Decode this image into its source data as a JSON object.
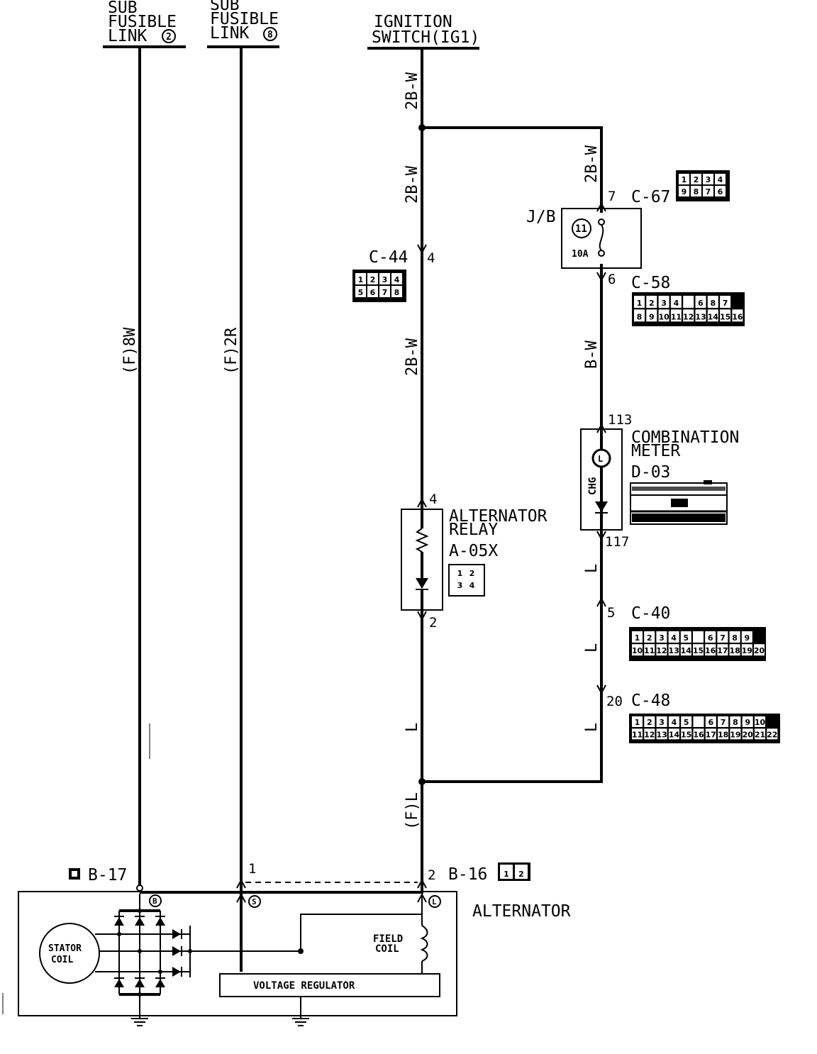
{
  "sources": {
    "sub_fusible_link_2": {
      "line1": "SUB",
      "line2": "FUSIBLE",
      "line3": "LINK",
      "num": "2"
    },
    "sub_fusible_link_8": {
      "line1": "SUB",
      "line2": "FUSIBLE",
      "line3": "LINK",
      "num": "8"
    },
    "ignition_switch": {
      "line1": "IGNITION",
      "line2": "SWITCH(IG1)"
    }
  },
  "wires": {
    "w1": "(F)8W",
    "w2": "(F)2R",
    "w3a": "2B-W",
    "w3b": "2B-W",
    "w3c": "2B-W",
    "w3d": "L",
    "w3e": "(F)L",
    "w4a": "2B-W",
    "w4b": "B-W",
    "w4c": "L",
    "w4d": "L",
    "w4e": "L"
  },
  "connectors": {
    "c44": {
      "name": "C-44",
      "pin": "4",
      "cells": [
        "1",
        "2",
        "3",
        "4",
        "5",
        "6",
        "7",
        "8"
      ]
    },
    "c67": {
      "name": "C-67",
      "pin": "7",
      "cells": [
        "1",
        "2",
        "3",
        "4",
        "9",
        "8",
        "7",
        "6"
      ]
    },
    "jb": {
      "name": "J/B",
      "fuse_num": "11",
      "fuse_rating": "10A"
    },
    "c58": {
      "name": "C-58",
      "pin": "6",
      "cells_top": [
        "1",
        "2",
        "3",
        "4",
        "",
        "6",
        "8",
        "7"
      ],
      "cells_bot": [
        "8",
        "9",
        "10",
        "11",
        "12",
        "13",
        "14",
        "15",
        "16"
      ]
    },
    "meter": {
      "pin_in": "113",
      "pin_out": "117",
      "title1": "COMBINATION",
      "title2": "METER",
      "code": "D-03",
      "lamp": "CHG"
    },
    "relay": {
      "pin_in": "4",
      "pin_out": "2",
      "title1": "ALTERNATOR",
      "title2": "RELAY",
      "code": "A-05X",
      "cells": [
        "1",
        "2",
        "3",
        "4"
      ]
    },
    "c40": {
      "name": "C-40",
      "pin": "5",
      "cells_top": [
        "1",
        "2",
        "3",
        "4",
        "5",
        "",
        "6",
        "7",
        "8",
        "9"
      ],
      "cells_bot": [
        "10",
        "11",
        "12",
        "13",
        "14",
        "15",
        "16",
        "17",
        "18",
        "19",
        "20"
      ]
    },
    "c48": {
      "name": "C-48",
      "pin": "20",
      "cells_top": [
        "1",
        "2",
        "3",
        "4",
        "5",
        "",
        "6",
        "7",
        "8",
        "9",
        "10"
      ],
      "cells_bot": [
        "11",
        "12",
        "13",
        "14",
        "15",
        "16",
        "17",
        "18",
        "19",
        "20",
        "21",
        "22"
      ]
    },
    "b17": {
      "name": "B-17",
      "icon": "1"
    },
    "b16": {
      "name": "B-16",
      "pin": "2",
      "cells": [
        "1",
        "2"
      ]
    },
    "b16_pin1": "1"
  },
  "alternator": {
    "title": "ALTERNATOR",
    "stator1": "STATOR",
    "stator2": "COIL",
    "field1": "FIELD",
    "field2": "COIL",
    "regulator": "VOLTAGE REGULATOR",
    "term_b": "B",
    "term_s": "S",
    "term_l": "L"
  }
}
